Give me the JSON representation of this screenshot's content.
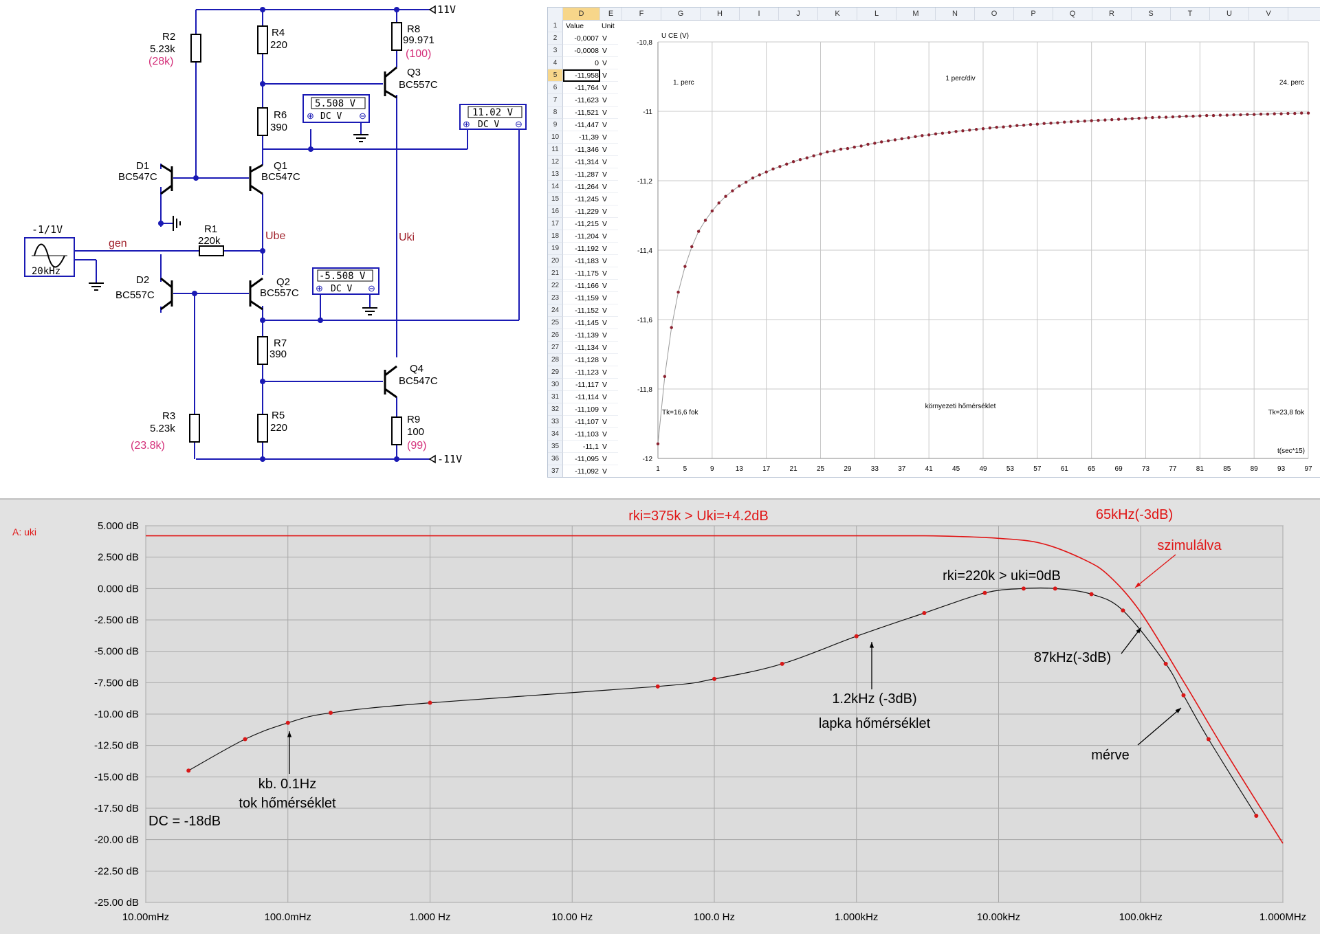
{
  "schematic": {
    "supply_pos": "11V",
    "supply_neg": "-11V",
    "R2": {
      "name": "R2",
      "value": "5.23k",
      "measured": "(28k)"
    },
    "R4": {
      "name": "R4",
      "value": "220"
    },
    "R8": {
      "name": "R8",
      "value": "99.971",
      "measured": "(100)"
    },
    "Q3": {
      "name": "Q3",
      "type": "BC557C"
    },
    "R6": {
      "name": "R6",
      "value": "390"
    },
    "meter1": {
      "reading": "5.508  V",
      "mode": "DC  V"
    },
    "meter2": {
      "reading": "11.02  V",
      "mode": "DC  V"
    },
    "meter3": {
      "reading": "-5.508  V",
      "mode": "DC  V"
    },
    "D1": {
      "name": "D1",
      "type": "BC547C"
    },
    "Q1": {
      "name": "Q1",
      "type": "BC547C"
    },
    "generator": {
      "amplitude": "-1/1V",
      "frequency": "20kHz"
    },
    "gen_label": "gen",
    "R1": {
      "name": "R1",
      "value": "220k"
    },
    "ube_label": "Ube",
    "uki_label": "Uki",
    "D2": {
      "name": "D2",
      "type": "BC557C"
    },
    "Q2": {
      "name": "Q2",
      "type": "BC557C"
    },
    "R7": {
      "name": "R7",
      "value": "390"
    },
    "Q4": {
      "name": "Q4",
      "type": "BC547C"
    },
    "R3": {
      "name": "R3",
      "value": "5.23k",
      "measured": "(23.8k)"
    },
    "R5": {
      "name": "R5",
      "value": "220"
    },
    "R9": {
      "name": "R9",
      "value": "100",
      "measured": "(99)"
    }
  },
  "spreadsheet": {
    "columns": [
      "D",
      "E",
      "F",
      "G",
      "H",
      "I",
      "J",
      "K",
      "L",
      "M",
      "N",
      "O",
      "P",
      "Q",
      "R",
      "S",
      "T",
      "U",
      "V"
    ],
    "value_header": "Value",
    "unit_header": "Unit",
    "selected_row": 5,
    "rows": [
      {
        "n": "1",
        "v": "",
        "u": ""
      },
      {
        "n": "2",
        "v": "-0,0007",
        "u": "V"
      },
      {
        "n": "3",
        "v": "-0,0008",
        "u": "V"
      },
      {
        "n": "4",
        "v": "0",
        "u": "V"
      },
      {
        "n": "5",
        "v": "-11,958",
        "u": "V"
      },
      {
        "n": "6",
        "v": "-11,764",
        "u": "V"
      },
      {
        "n": "7",
        "v": "-11,623",
        "u": "V"
      },
      {
        "n": "8",
        "v": "-11,521",
        "u": "V"
      },
      {
        "n": "9",
        "v": "-11,447",
        "u": "V"
      },
      {
        "n": "10",
        "v": "-11,39",
        "u": "V"
      },
      {
        "n": "11",
        "v": "-11,346",
        "u": "V"
      },
      {
        "n": "12",
        "v": "-11,314",
        "u": "V"
      },
      {
        "n": "13",
        "v": "-11,287",
        "u": "V"
      },
      {
        "n": "14",
        "v": "-11,264",
        "u": "V"
      },
      {
        "n": "15",
        "v": "-11,245",
        "u": "V"
      },
      {
        "n": "16",
        "v": "-11,229",
        "u": "V"
      },
      {
        "n": "17",
        "v": "-11,215",
        "u": "V"
      },
      {
        "n": "18",
        "v": "-11,204",
        "u": "V"
      },
      {
        "n": "19",
        "v": "-11,192",
        "u": "V"
      },
      {
        "n": "20",
        "v": "-11,183",
        "u": "V"
      },
      {
        "n": "21",
        "v": "-11,175",
        "u": "V"
      },
      {
        "n": "22",
        "v": "-11,166",
        "u": "V"
      },
      {
        "n": "23",
        "v": "-11,159",
        "u": "V"
      },
      {
        "n": "24",
        "v": "-11,152",
        "u": "V"
      },
      {
        "n": "25",
        "v": "-11,145",
        "u": "V"
      },
      {
        "n": "26",
        "v": "-11,139",
        "u": "V"
      },
      {
        "n": "27",
        "v": "-11,134",
        "u": "V"
      },
      {
        "n": "28",
        "v": "-11,128",
        "u": "V"
      },
      {
        "n": "29",
        "v": "-11,123",
        "u": "V"
      },
      {
        "n": "30",
        "v": "-11,117",
        "u": "V"
      },
      {
        "n": "31",
        "v": "-11,114",
        "u": "V"
      },
      {
        "n": "32",
        "v": "-11,109",
        "u": "V"
      },
      {
        "n": "33",
        "v": "-11,107",
        "u": "V"
      },
      {
        "n": "34",
        "v": "-11,103",
        "u": "V"
      },
      {
        "n": "35",
        "v": "-11,1",
        "u": "V"
      },
      {
        "n": "36",
        "v": "-11,095",
        "u": "V"
      },
      {
        "n": "37",
        "v": "-11,092",
        "u": "V"
      }
    ]
  },
  "chart_data": [
    {
      "type": "scatter",
      "title": "",
      "ylabel": "U CE (V)",
      "xlabel": "t(sec*15)",
      "xlim": [
        1,
        97
      ],
      "ylim": [
        -12,
        -10.8
      ],
      "grid": true,
      "xticks": [
        "1",
        "5",
        "9",
        "13",
        "17",
        "21",
        "25",
        "29",
        "33",
        "37",
        "41",
        "45",
        "49",
        "53",
        "57",
        "61",
        "65",
        "69",
        "73",
        "77",
        "81",
        "85",
        "89",
        "93",
        "97"
      ],
      "yticks": [
        "-10,8",
        "-11",
        "-11,2",
        "-11,4",
        "-11,6",
        "-11,8",
        "-12"
      ],
      "annotations": [
        "1. perc",
        "1 perc/div",
        "24. perc",
        "Tk=16,6 fok",
        "környezeti hőmérséklet",
        "Tk=23,8 fok"
      ],
      "series": [
        {
          "color": "#8b2230",
          "x": [
            1,
            2,
            3,
            4,
            5,
            6,
            7,
            8,
            9,
            10,
            11,
            12,
            13,
            14,
            15,
            16,
            17,
            18,
            19,
            20,
            21,
            22,
            23,
            24,
            25,
            26,
            27,
            28,
            29,
            30,
            31,
            32,
            33,
            34,
            35,
            36,
            37,
            38,
            39,
            40,
            41,
            42,
            43,
            44,
            45,
            46,
            47,
            48,
            49,
            50,
            51,
            52,
            53,
            54,
            55,
            56,
            57,
            58,
            59,
            60,
            61,
            62,
            63,
            64,
            65,
            66,
            67,
            68,
            69,
            70,
            71,
            72,
            73,
            74,
            75,
            76,
            77,
            78,
            79,
            80,
            81,
            82,
            83,
            84,
            85,
            86,
            87,
            88,
            89,
            90,
            91,
            92,
            93,
            94,
            95,
            96,
            97
          ],
          "y": [
            -11.958,
            -11.764,
            -11.623,
            -11.521,
            -11.447,
            -11.39,
            -11.346,
            -11.314,
            -11.287,
            -11.264,
            -11.245,
            -11.229,
            -11.215,
            -11.204,
            -11.192,
            -11.183,
            -11.175,
            -11.166,
            -11.159,
            -11.152,
            -11.145,
            -11.139,
            -11.134,
            -11.128,
            -11.123,
            -11.117,
            -11.114,
            -11.109,
            -11.107,
            -11.103,
            -11.1,
            -11.095,
            -11.092,
            -11.088,
            -11.085,
            -11.082,
            -11.079,
            -11.076,
            -11.073,
            -11.07,
            -11.068,
            -11.065,
            -11.063,
            -11.061,
            -11.058,
            -11.056,
            -11.054,
            -11.052,
            -11.05,
            -11.048,
            -11.046,
            -11.045,
            -11.043,
            -11.041,
            -11.04,
            -11.038,
            -11.037,
            -11.035,
            -11.034,
            -11.033,
            -11.031,
            -11.03,
            -11.029,
            -11.028,
            -11.027,
            -11.026,
            -11.025,
            -11.024,
            -11.023,
            -11.022,
            -11.021,
            -11.02,
            -11.019,
            -11.018,
            -11.017,
            -11.017,
            -11.016,
            -11.015,
            -11.014,
            -11.014,
            -11.013,
            -11.012,
            -11.012,
            -11.011,
            -11.011,
            -11.01,
            -11.01,
            -11.009,
            -11.009,
            -11.008,
            -11.008,
            -11.007,
            -11.007,
            -11.006,
            -11.006,
            -11.005,
            -11.005
          ]
        }
      ]
    },
    {
      "type": "line",
      "title": "",
      "trace_label": "A: uki",
      "xlabel": "",
      "ylabel": "",
      "xscale": "log",
      "xlim": [
        0.01,
        1000000
      ],
      "ylim": [
        -25,
        5
      ],
      "grid": true,
      "xticks": [
        "10.00mHz",
        "100.0mHz",
        "1.000 Hz",
        "10.00 Hz",
        "100.0 Hz",
        "1.000kHz",
        "10.00kHz",
        "100.0kHz",
        "1.000MHz"
      ],
      "yticks": [
        "5.000 dB",
        "2.500 dB",
        "0.000 dB",
        "-2.500 dB",
        "-5.000 dB",
        "-7.500 dB",
        "-10.00 dB",
        "-12.50 dB",
        "-15.00 dB",
        "-17.50 dB",
        "-20.00 dB",
        "-22.50 dB",
        "-25.00 dB"
      ],
      "annotations": [
        "rki=375k > Uki=+4.2dB",
        "65kHz(-3dB)",
        "szimulálva",
        "rki=220k > uki=0dB",
        "87kHz(-3dB)",
        "1.2kHz (-3dB)",
        "lapka hőmérséklet",
        "mérve",
        "kb. 0.1Hz",
        "tok hőmérséklet",
        "DC = -18dB"
      ],
      "series": [
        {
          "name": "szimulálva",
          "color": "#e01515",
          "x": [
            0.01,
            100,
            1000,
            3000,
            5000,
            10000,
            20000,
            40000,
            60000,
            100000,
            200000,
            400000,
            1000000
          ],
          "y": [
            4.2,
            4.2,
            4.2,
            4.2,
            4.15,
            4.0,
            3.6,
            2.3,
            1.0,
            -1.9,
            -7.4,
            -13.1,
            -20.3
          ]
        },
        {
          "name": "mérve",
          "color": "#111111",
          "x": [
            0.02,
            0.05,
            0.1,
            0.2,
            1,
            40,
            100,
            300,
            1000,
            3000,
            8000,
            15000,
            25000,
            45000,
            75000,
            150000,
            200000,
            300000,
            650000
          ],
          "y": [
            -14.5,
            -12.0,
            -10.7,
            -9.9,
            -9.1,
            -7.8,
            -7.2,
            -6.0,
            -3.8,
            -1.95,
            -0.35,
            0.0,
            0.0,
            -0.45,
            -1.75,
            -6.0,
            -8.5,
            -12.0,
            -18.1
          ]
        },
        {
          "name": "",
          "color": "#d81818",
          "marker": "dot",
          "x": [
            0.02,
            0.05,
            0.1,
            0.2,
            1,
            40,
            100,
            300,
            1000,
            3000,
            8000,
            15000,
            25000,
            45000,
            75000,
            150000,
            200000,
            300000,
            650000
          ],
          "y": [
            -14.5,
            -12.0,
            -10.7,
            -9.9,
            -9.1,
            -7.8,
            -7.2,
            -6.0,
            -3.8,
            -1.95,
            -0.35,
            0.0,
            0.0,
            -0.45,
            -1.75,
            -6.0,
            -8.5,
            -12.0,
            -18.1
          ]
        }
      ]
    }
  ]
}
